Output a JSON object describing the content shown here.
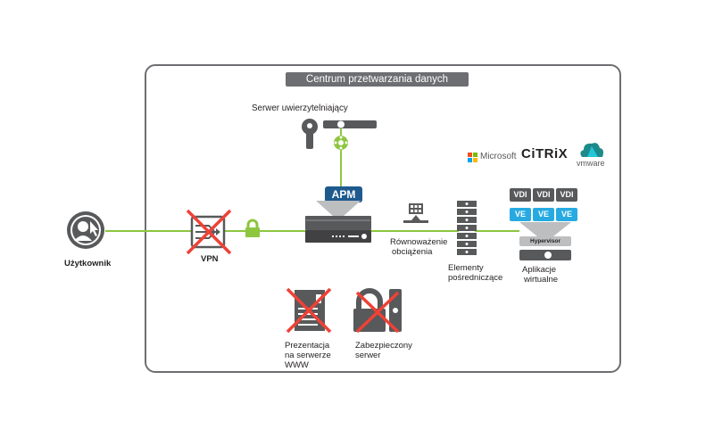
{
  "datacenter": {
    "title": "Centrum przetwarzania danych"
  },
  "nodes": {
    "user": {
      "label": "Użytkownik",
      "icon": "user-cursor-icon"
    },
    "vpn": {
      "label": "VPN",
      "icon": "vpn-icon",
      "crossed": true
    },
    "lock": {
      "icon": "lock-icon"
    },
    "auth_server": {
      "label": "Serwer uwierzytelniający",
      "icon": "key-server-icon"
    },
    "apm": {
      "label": "APM",
      "icon": "apm-appliance-icon"
    },
    "load_balancing": {
      "label_line1": "Równoważenie",
      "label_line2": "obciążenia",
      "icon": "load-balancer-icon"
    },
    "proxies": {
      "label_line1": "Elementy",
      "label_line2": "pośredniczące",
      "icon": "server-stack-icon"
    },
    "virtual_apps": {
      "label_line1": "Aplikacje",
      "label_line2": "wirtualne",
      "vdi_label": "VDI",
      "ve_label": "VE",
      "hypervisor_label": "Hypervisor",
      "columns": 3
    },
    "web_presentation": {
      "label_line1": "Prezentacja",
      "label_line2": "na serwerze",
      "label_line3": "WWW",
      "crossed": true
    },
    "secure_server": {
      "label_line1": "Zabezpieczony",
      "label_line2": "serwer",
      "crossed": true
    }
  },
  "vendors": {
    "microsoft": "Microsoft",
    "citrix": "CiTRiX",
    "vmware": "vmware"
  },
  "colors": {
    "link_green": "#8dc63f",
    "frame_gray": "#6d6e71",
    "device_dark": "#58595b",
    "cross_red": "#ef4136",
    "apm_blue": "#1e5a8e",
    "ve_blue": "#27aae1"
  }
}
